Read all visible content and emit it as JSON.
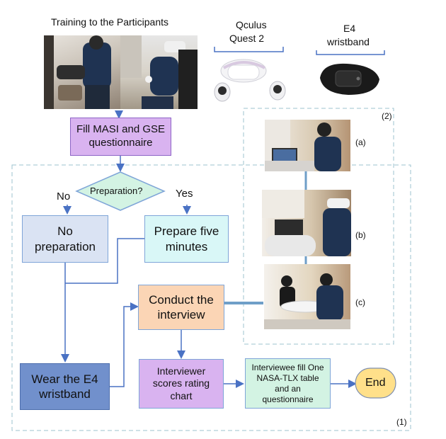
{
  "header": {
    "training_label": "Training to the Participants",
    "oculus_label_line1": "Qculus",
    "oculus_label_line2": "Quest 2",
    "e4_label_line1": "E4",
    "e4_label_line2": "wristband"
  },
  "flow": {
    "fill_masi": "Fill MASI and GSE questionnaire",
    "preparation_decision": "Preparation?",
    "no_label": "No",
    "yes_label": "Yes",
    "no_preparation": "No preparation",
    "prepare_five": "Prepare five minutes",
    "conduct_interview": "Conduct the interview",
    "wear_e4": "Wear the E4 wristband",
    "interviewer_scores": "Interviewer scores  rating chart",
    "interviewee_fill": "Interviewee fill One NASA-TLX table and an questionnaire",
    "end": "End"
  },
  "regions": {
    "region1_label": "(1)",
    "region2_label": "(2)",
    "photo_a_label": "(a)",
    "photo_b_label": "(b)",
    "photo_c_label": "(c)"
  },
  "colors": {
    "purple_box": "#d9b3f0",
    "purple_border": "#8e66c6",
    "lightblue_box": "#dae3f3",
    "cyan_box": "#d9f7f7",
    "orange_box": "#fbd5b5",
    "darkblue_box": "#7190cc",
    "green_box": "#d3f3e3",
    "end_fill": "#ffe08a",
    "arrow": "#4a72c4",
    "dashed": "#9cc3cf"
  }
}
